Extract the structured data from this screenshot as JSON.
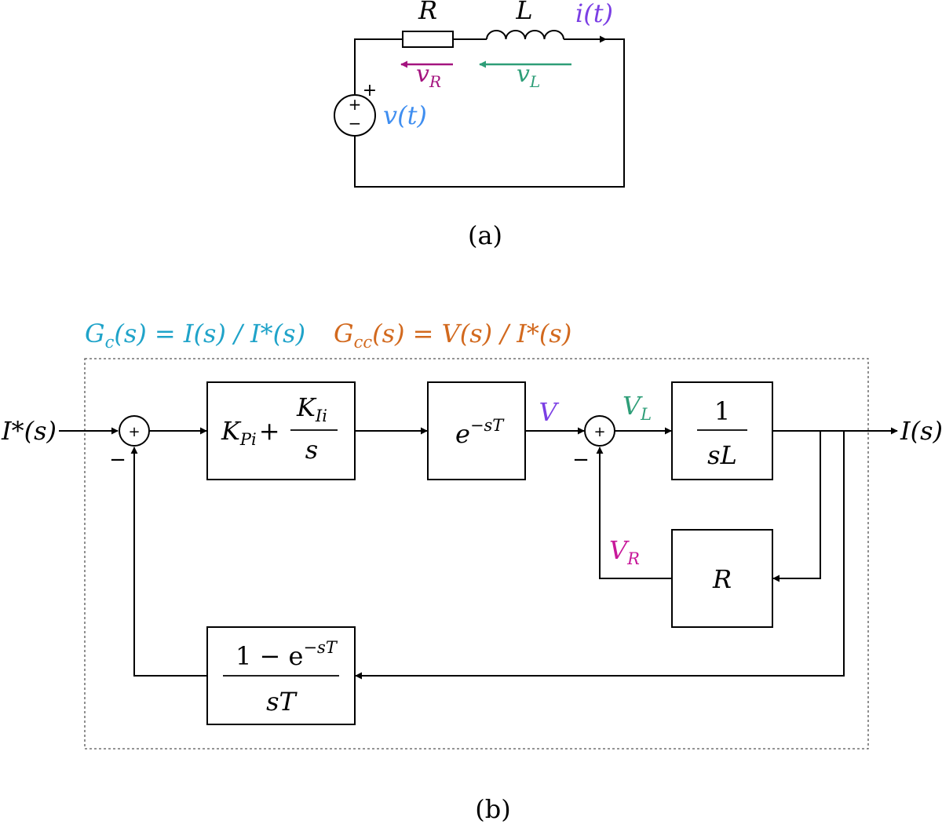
{
  "colors": {
    "black": "#000000",
    "purple": "#7b3fe4",
    "magenta": "#a4147f",
    "green": "#2e9e78",
    "blue": "#3f8ef0",
    "cyan": "#1fa3c9",
    "orange": "#d2691e",
    "pink": "#c8189a"
  },
  "circuit": {
    "resistor_label": "R",
    "inductor_label": "L",
    "current_label": "i(t)",
    "vr_main": "v",
    "vr_sub": "R",
    "vl_main": "v",
    "vl_sub": "L",
    "source_label": "v(t)",
    "source_plus": "+",
    "source_minus": "−",
    "terminal_plus": "+"
  },
  "caption_a": "(a)",
  "caption_b": "(b)",
  "block_diagram": {
    "gc_G": "G",
    "gc_sub": "c",
    "gc_rest": "(s) = I(s) / I*(s)",
    "gcc_G": "G",
    "gcc_sub": "cc",
    "gcc_rest": "(s) = V(s) / I*(s)",
    "input_label": "I*(s)",
    "output_label": "I(s)",
    "sum_plus": "+",
    "sum1_minus": "−",
    "sum2_minus": "−",
    "pi": {
      "kp": "K",
      "kp_sub": "Pi",
      "plus": "+",
      "num": "K",
      "num_sub": "Ii",
      "den": "s"
    },
    "delay": {
      "base": "e",
      "exp": "−sT"
    },
    "v_label": "V",
    "vl_main": "V",
    "vl_sub": "L",
    "vr_main": "V",
    "vr_sub": "R",
    "plant": {
      "num": "1",
      "den": "sL"
    },
    "r_block": "R",
    "zoh": {
      "num_pre": "1 − e",
      "num_exp": "−sT",
      "den": "sT"
    }
  }
}
